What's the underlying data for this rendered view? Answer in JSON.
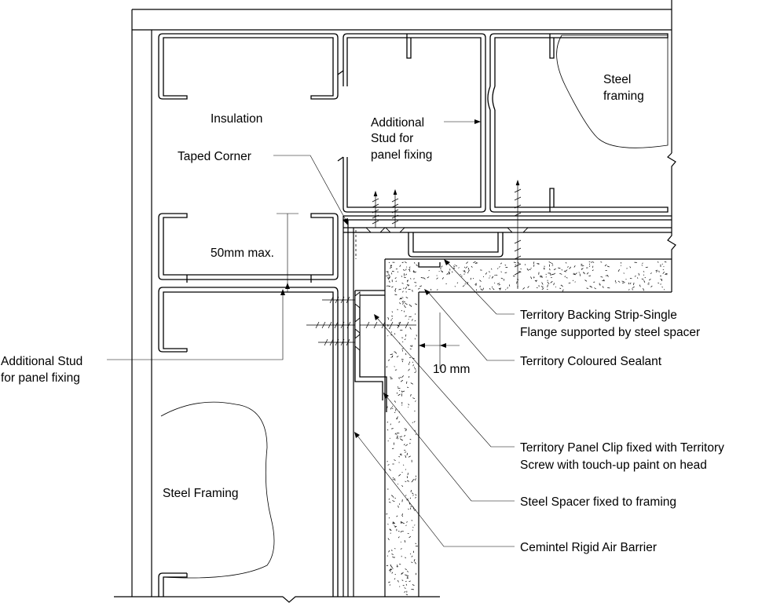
{
  "labels": {
    "insulation": "Insulation",
    "additional_stud_panel_1": "Additional",
    "additional_stud_panel_2": "Stud for",
    "additional_stud_panel_3": "panel fixing",
    "steel_framing_top_1": "Steel",
    "steel_framing_top_2": "framing",
    "taped_corner": "Taped Corner",
    "fifty_mm_max": "50mm max.",
    "additional_stud_left_1": "Additional Stud",
    "additional_stud_left_2": "for panel fixing",
    "steel_framing_bottom": "Steel Framing",
    "ten_mm": "10 mm",
    "backing_strip_1": "Territory Backing Strip-Single",
    "backing_strip_2": "Flange supported by steel spacer",
    "coloured_sealant": "Territory Coloured Sealant",
    "panel_clip_1": "Territory Panel Clip fixed with Territory",
    "panel_clip_2": "Screw  with touch-up paint on head",
    "steel_spacer": "Steel Spacer fixed to framing",
    "air_barrier": "Cemintel Rigid Air Barrier"
  }
}
